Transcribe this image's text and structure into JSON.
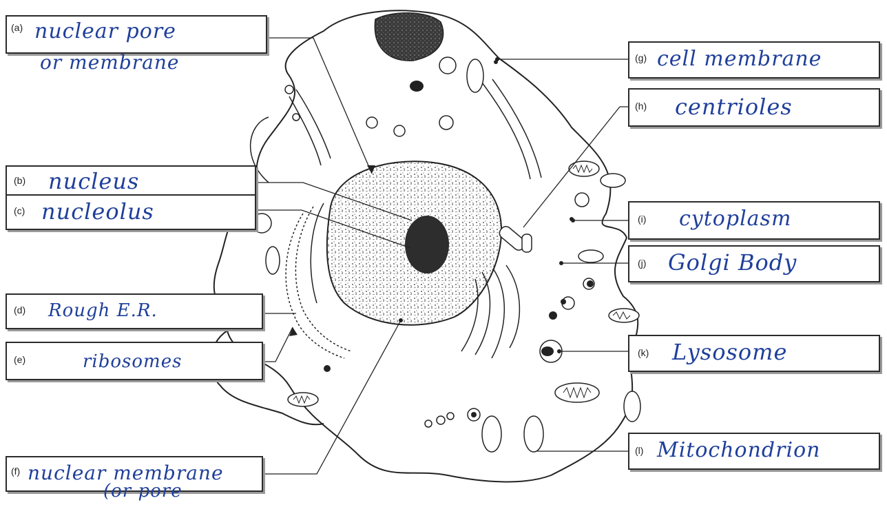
{
  "labels": [
    {
      "letter": "(a)",
      "answer": "nuclear pore",
      "answer2": "or membrane"
    },
    {
      "letter": "(b)",
      "answer": "nucleus"
    },
    {
      "letter": "(c)",
      "answer": "nucleolus"
    },
    {
      "letter": "(d)",
      "answer": "Rough  E.R."
    },
    {
      "letter": "(e)",
      "answer": "ribosomes"
    },
    {
      "letter": "(f)",
      "answer": "nuclear membrane",
      "answer2": "(or pore"
    },
    {
      "letter": "(g)",
      "answer": "cell membrane"
    },
    {
      "letter": "(h)",
      "answer": "centrioles"
    },
    {
      "letter": "(i)",
      "answer": "cytoplasm"
    },
    {
      "letter": "(j)",
      "answer": "Golgi Body"
    },
    {
      "letter": "(k)",
      "answer": "Lysosome"
    },
    {
      "letter": "(l)",
      "answer": "Mitochondrion"
    }
  ],
  "colors": {
    "ink": "#1f3f9a",
    "line": "#2b2b2b"
  }
}
